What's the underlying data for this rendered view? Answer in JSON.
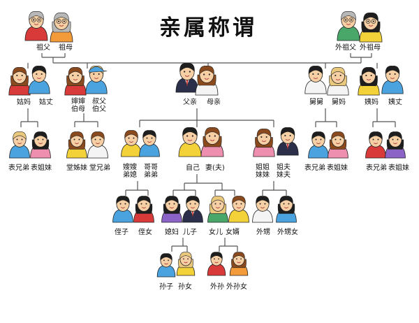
{
  "title": "亲属称谓",
  "labels": {
    "grandfather_paternal": "祖父",
    "grandmother_paternal": "祖母",
    "grandfather_maternal": "外祖父",
    "grandmother_maternal": "外祖母",
    "aunt_paternal": "姑妈",
    "aunt_paternal_husband": "姑丈",
    "uncle_paternal_wife_1": "婶婶",
    "uncle_paternal_wife_2": "伯母",
    "uncle_paternal_1": "叔父",
    "uncle_paternal_2": "伯父",
    "father": "父亲",
    "mother": "母亲",
    "uncle_maternal": "舅舅",
    "uncle_maternal_wife": "舅妈",
    "aunt_maternal": "姨妈",
    "aunt_maternal_husband": "姨丈",
    "cousin_left_1": "表兄弟",
    "cousin_left_2": "表姐妹",
    "cousin_paternal_1": "堂姊妹",
    "cousin_paternal_2": "堂兄弟",
    "sister_in_law_1": "嫂嫂",
    "sister_in_law_2": "弟媳",
    "brother_1": "哥哥",
    "brother_2": "弟弟",
    "self": "自己",
    "spouse": "妻(夫)",
    "sister_1": "姐姐",
    "sister_2": "妹妹",
    "sister_husband_1": "姐夫",
    "sister_husband_2": "妹夫",
    "cousin_right_1a": "表兄弟",
    "cousin_right_1b": "表姐妹",
    "cousin_right_2a": "表兄弟",
    "cousin_right_2b": "表姐妹",
    "nephew": "侄子",
    "niece": "侄女",
    "daughter_in_law": "媳妇",
    "son": "儿子",
    "daughter": "女儿",
    "son_in_law": "女婿",
    "nephew_sister": "外甥",
    "niece_sister": "外甥女",
    "grandson": "孙子",
    "granddaughter": "孙女",
    "grandson_daughter": "外孙",
    "granddaughter_daughter": "外孙女"
  },
  "colors": {
    "line": "#555555",
    "skin": "#f6cfa4",
    "hair_dark": "#1e1e1e",
    "hair_grey": "#b8b8b8",
    "hair_brown": "#8a4a1e",
    "hair_blond": "#e9c77c",
    "shirt_red": "#d83a3a",
    "shirt_blue": "#4aa3df",
    "shirt_yellow": "#f3d239",
    "shirt_green": "#4aa76a",
    "shirt_pink": "#ef8fb0",
    "shirt_orange": "#f39a3b",
    "suit_dark": "#2b2f4a",
    "shirt_white": "#f4f4f4",
    "shirt_purple": "#8b63c7"
  }
}
